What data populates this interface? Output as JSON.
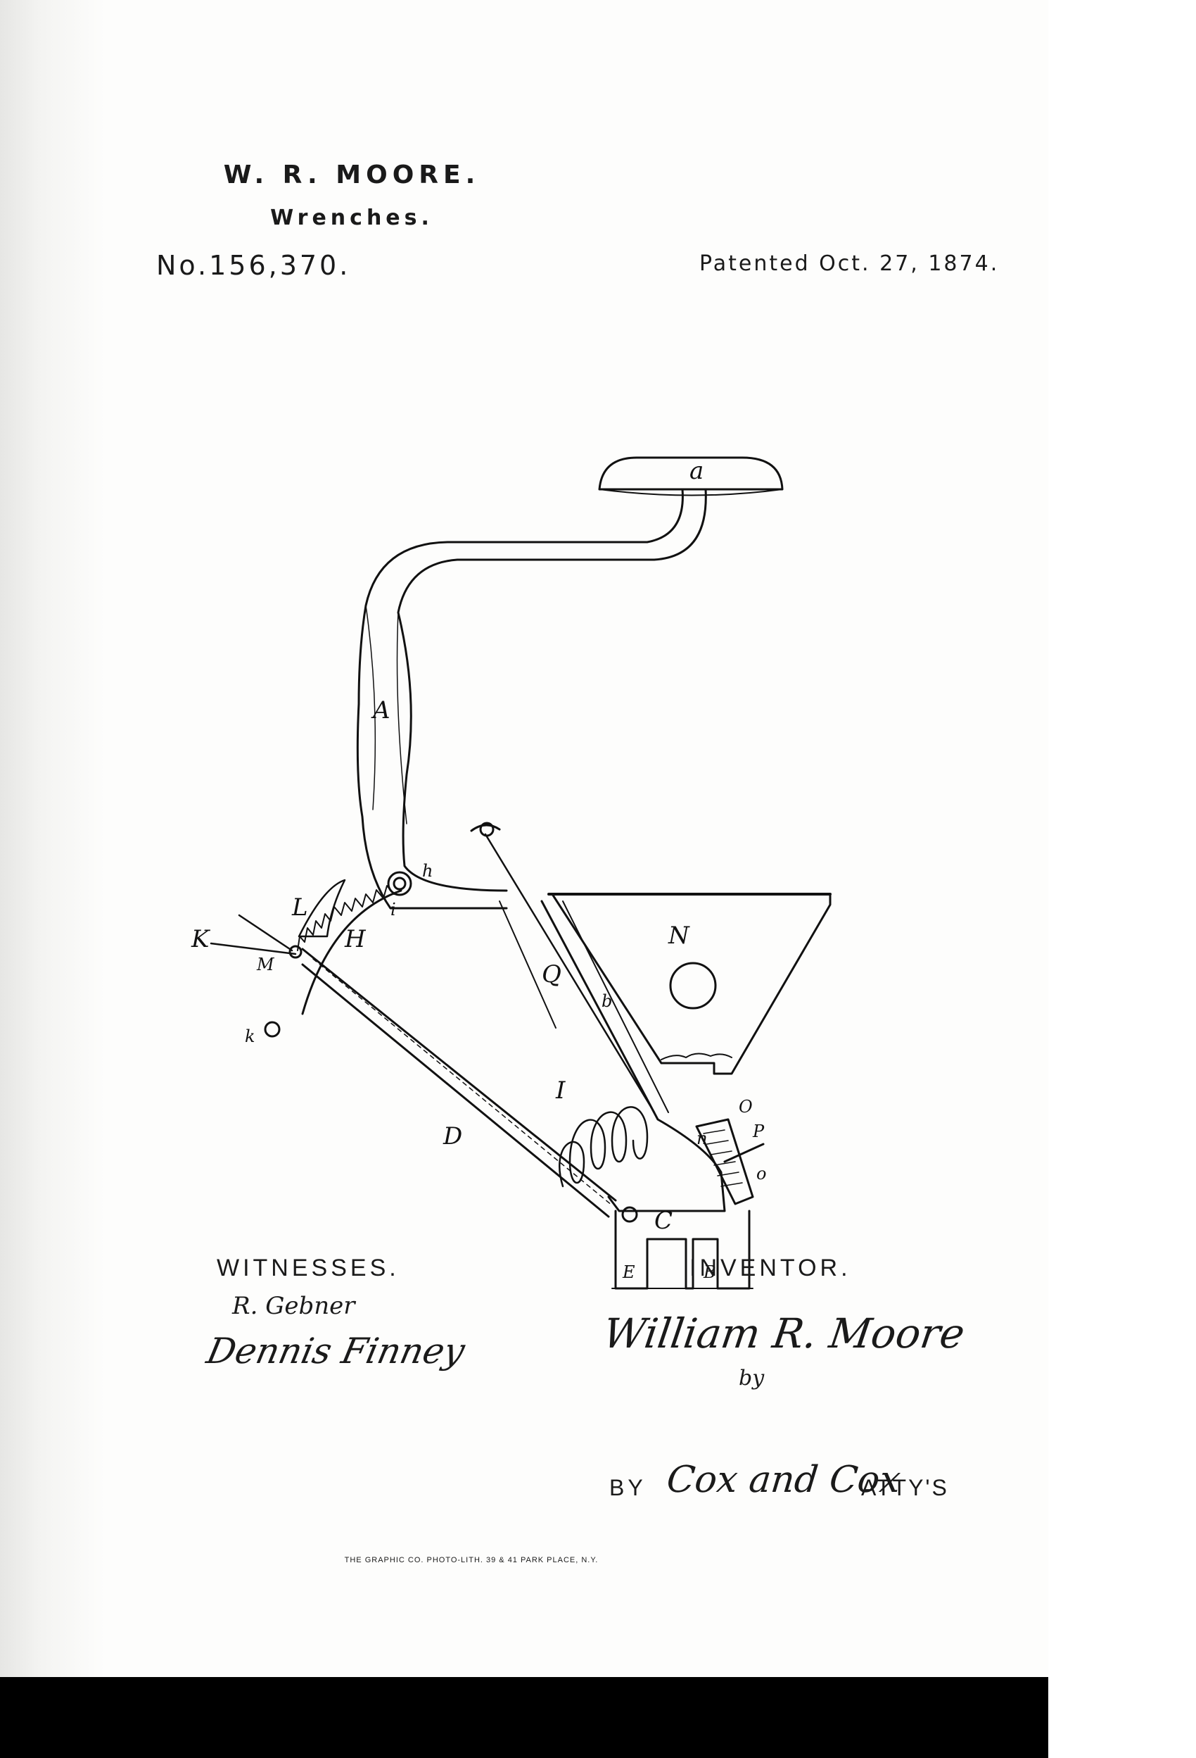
{
  "header": {
    "title": "W. R. MOORE.",
    "subtitle": "Wrenches.",
    "patent_number": "No.156,370.",
    "patent_date": "Patented Oct. 27, 1874."
  },
  "figure": {
    "labels": {
      "a": "a",
      "A": "A",
      "h": "h",
      "i": "i",
      "K": "K",
      "L": "L",
      "M": "M",
      "H": "H",
      "k": "k",
      "N": "N",
      "Q": "Q",
      "b": "b",
      "I": "I",
      "D": "D",
      "o_upper": "O",
      "n": "n",
      "P": "P",
      "o_lower": "o",
      "C": "C",
      "E": "E",
      "B": "B"
    }
  },
  "footer": {
    "witnesses_label": "WITNESSES.",
    "witness_1": "R. Gebner",
    "witness_2": "Dennis Finney",
    "inventor_label": "INVENTOR.",
    "inventor_signature": "William R. Moore",
    "by_small": "by",
    "by_label": "BY",
    "attorneys_signature": "Cox and Cox",
    "attys_label": "ATTY'S",
    "printer_credit": "THE GRAPHIC CO. PHOTO-LITH. 39 & 41 PARK PLACE, N.Y."
  }
}
